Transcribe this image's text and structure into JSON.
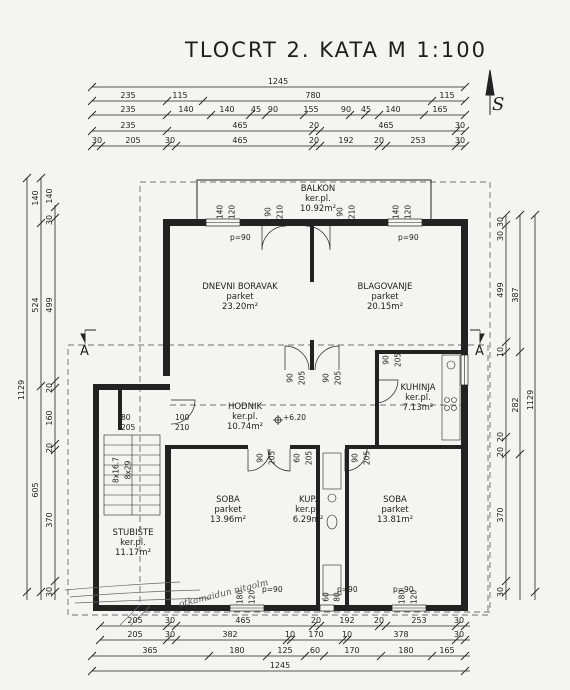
{
  "title": "TLOCRT 2. KATA M 1:100",
  "north_arrow_label": "S",
  "top_dimensions": {
    "row1": [
      "1245"
    ],
    "row2": [
      "235",
      "115",
      "780",
      "115"
    ],
    "row3": [
      "235",
      "140",
      "140",
      "45",
      "90",
      "155",
      "90",
      "45",
      "140",
      "165"
    ],
    "row4": [
      "235",
      "465",
      "20",
      "465",
      "30"
    ],
    "row5": [
      "30",
      "205",
      "30",
      "465",
      "20",
      "192",
      "20",
      "253",
      "30"
    ]
  },
  "bottom_dimensions": {
    "row1": [
      "205",
      "30",
      "465",
      "20",
      "192",
      "20",
      "253",
      "30"
    ],
    "row2": [
      "205",
      "30",
      "382",
      "10",
      "170",
      "10",
      "378",
      "30"
    ],
    "row3": [
      "365",
      "180",
      "125",
      "60",
      "170",
      "180",
      "165"
    ],
    "row4": [
      "1245"
    ]
  },
  "left_dimensions": {
    "outer": [
      "1129"
    ],
    "middle": [
      "140",
      "524",
      "605"
    ],
    "inner": [
      "140",
      "30",
      "499",
      "20",
      "160",
      "20",
      "370",
      "30"
    ]
  },
  "right_dimensions": {
    "outer": [
      "1129"
    ],
    "middle": [
      "387",
      "282"
    ],
    "inner": [
      "30",
      "30",
      "499",
      "10",
      "20",
      "20",
      "370",
      "30"
    ]
  },
  "rooms": {
    "balkon": {
      "name": "BALKON",
      "finish": "ker.pl.",
      "area": "10.92m²"
    },
    "dnevni": {
      "name": "DNEVNI BORAVAK",
      "finish": "parket",
      "area": "23.20m²"
    },
    "blagovanje": {
      "name": "BLAGOVANJE",
      "finish": "parket",
      "area": "20.15m²"
    },
    "hodnik": {
      "name": "HODNIK",
      "finish": "ker.pl.",
      "area": "10.74m²"
    },
    "kuhinja": {
      "name": "KUHINJA",
      "finish": "ker.pl.",
      "area": "7.13m²"
    },
    "soba_left": {
      "name": "SOBA",
      "finish": "parket",
      "area": "13.96m²"
    },
    "kup": {
      "name": "KUP.",
      "finish": "ker.pl.",
      "area": "6.29m²"
    },
    "soba_right": {
      "name": "SOBA",
      "finish": "parket",
      "area": "13.81m²"
    },
    "stubiste": {
      "name": "STUBIŠTE",
      "finish": "ker.pl.",
      "area": "11.17m²"
    }
  },
  "level_mark": "+6.20",
  "section_label": "A",
  "opening_labels": {
    "sill": "p=90",
    "w140": "140",
    "w120": "120",
    "w90": "90",
    "w100": "100",
    "w210": "210",
    "w205": "205",
    "w80": "80",
    "w60": "60",
    "w180": "180",
    "stair_rise": "8x16.7",
    "stair_run": "8x29"
  },
  "handwritten_note": "otkamaidun nitgolm"
}
